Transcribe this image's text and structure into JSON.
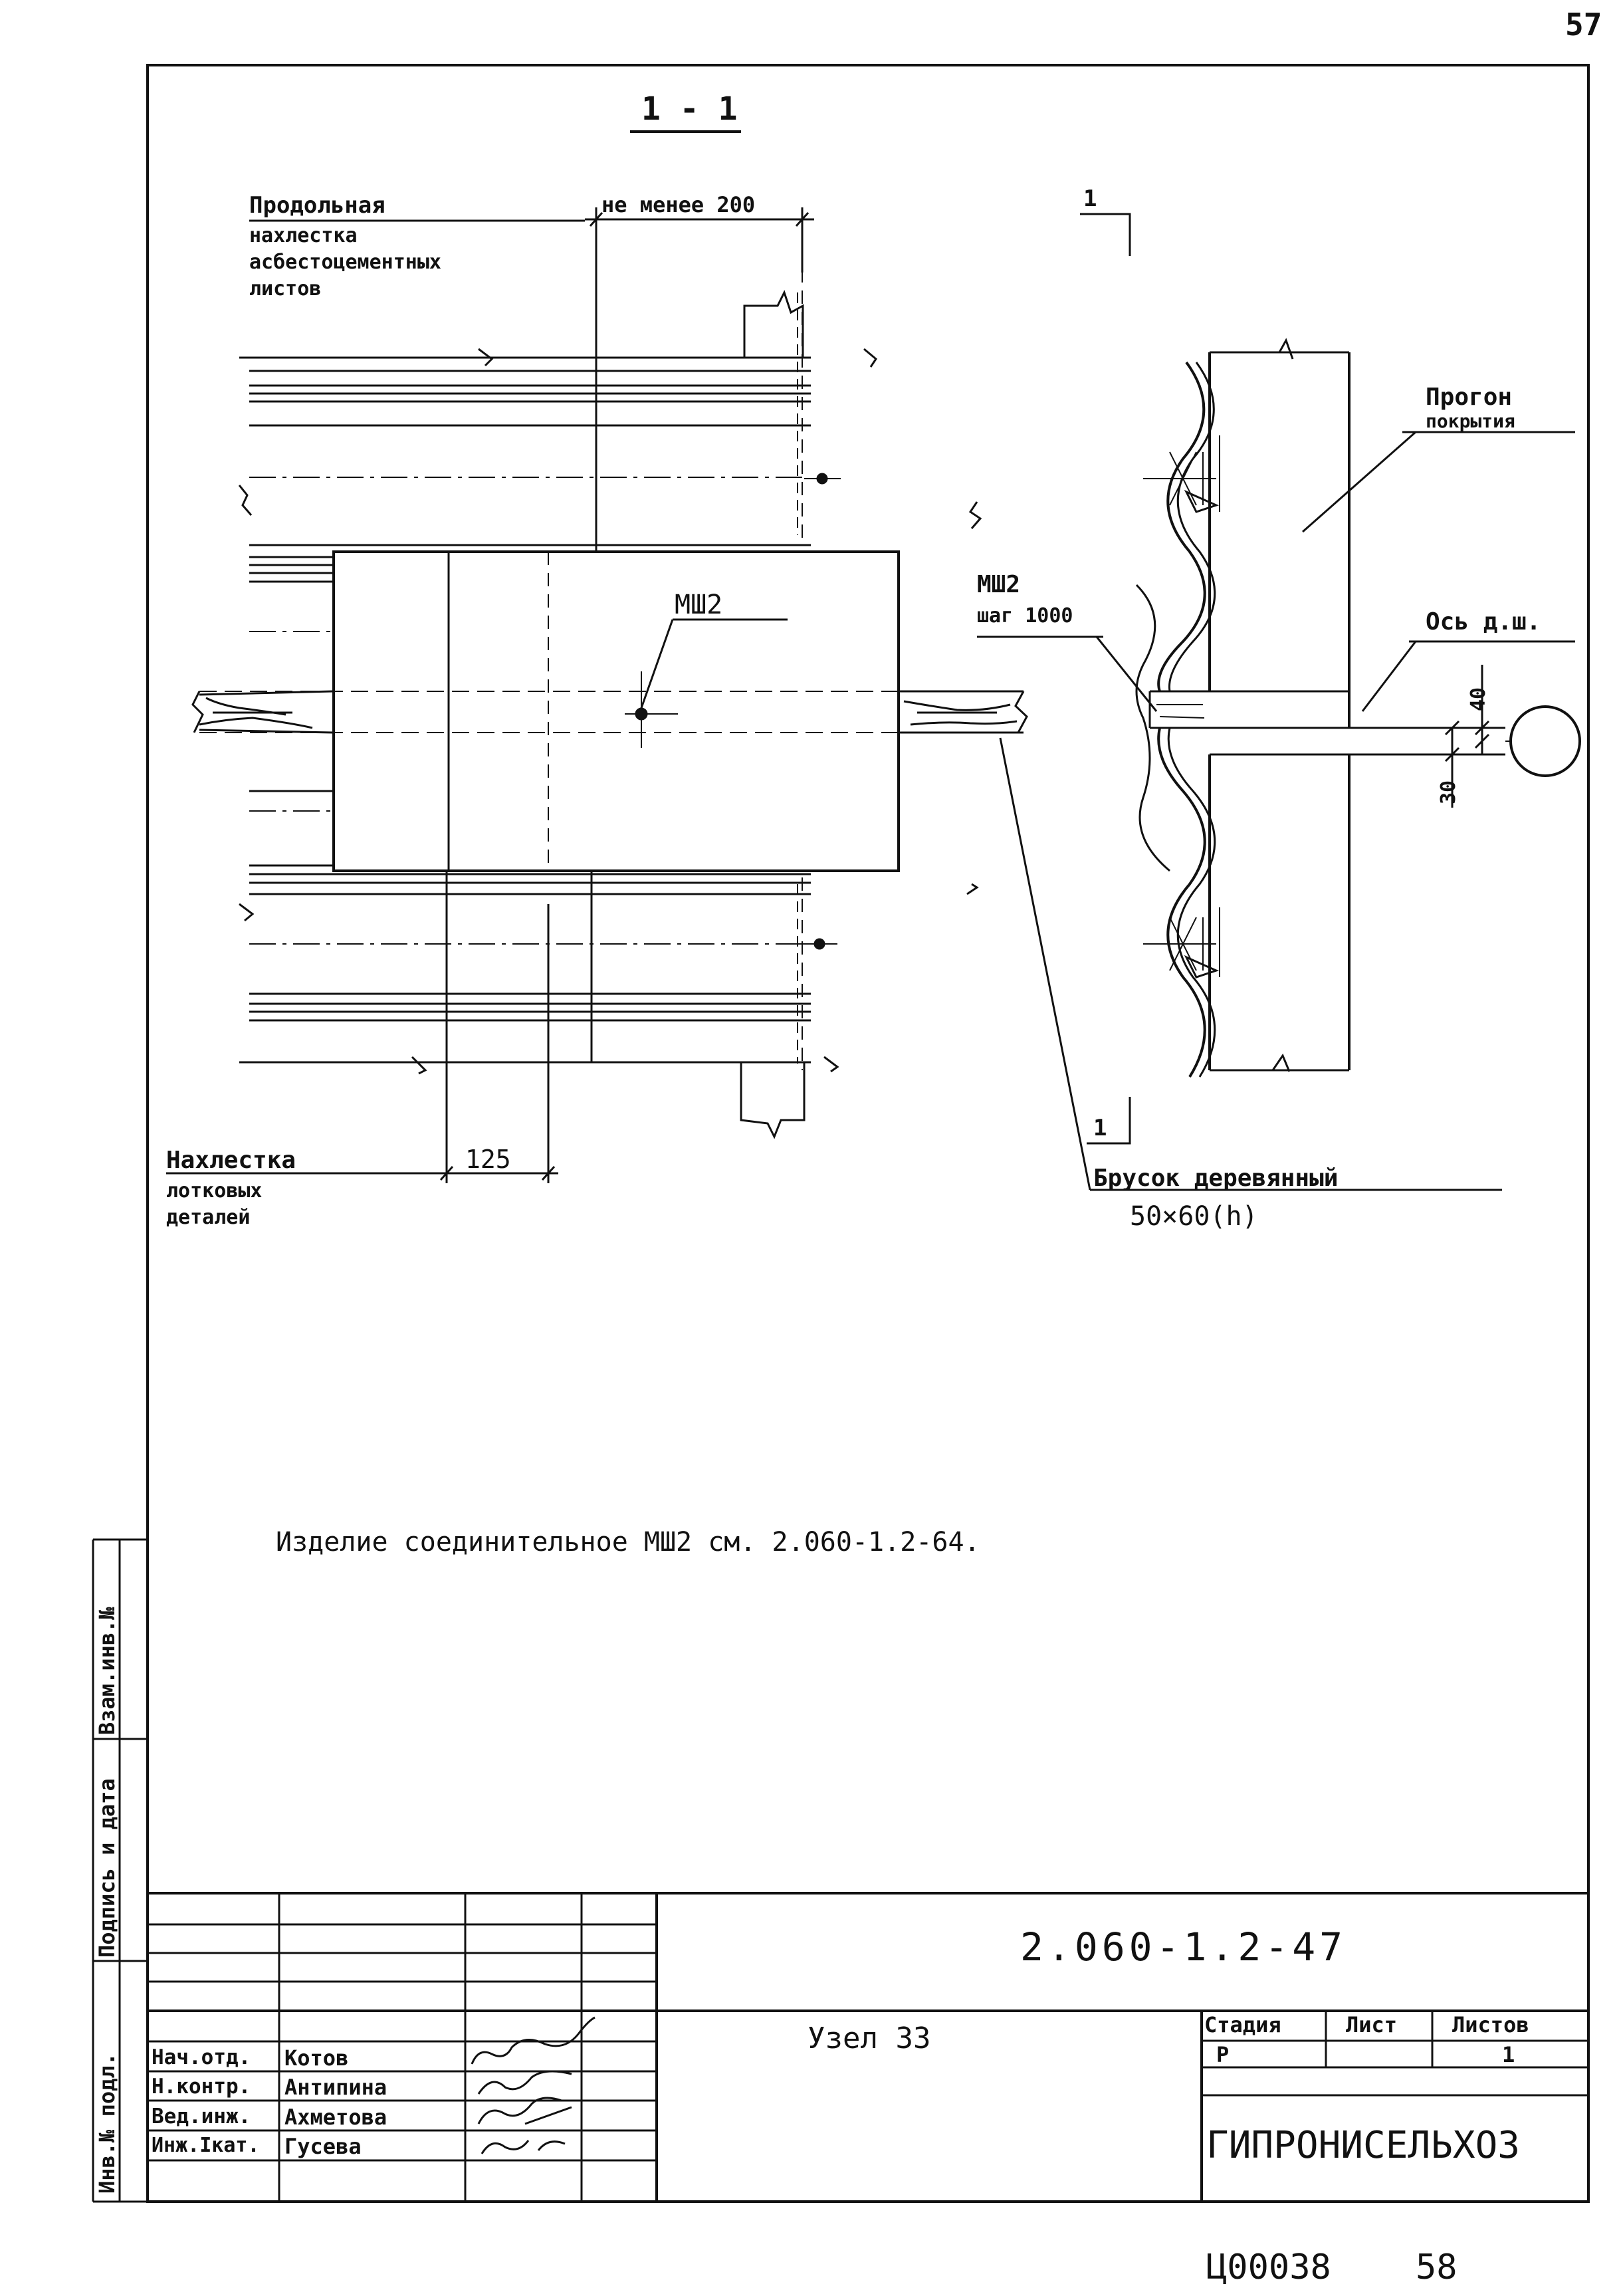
{
  "page": {
    "number_top": "57",
    "archive_code": "Ц00038",
    "archive_page": "58"
  },
  "drawing": {
    "section_title": "1 - 1",
    "section_marker": "1",
    "label_longitudinal_overlap": [
      "Продольная",
      "нахлестка",
      "асбестоцементных",
      "листов"
    ],
    "dim_min_200": "не менее 200",
    "label_msh2_center": "МШ2",
    "label_msh2_side": "МШ2",
    "label_step_1000": "шаг 1000",
    "label_purlin": [
      "Прогон",
      "покрытия"
    ],
    "label_axis": "Ось д.ш.",
    "dim_40": "40",
    "dim_30": "30",
    "label_tray_overlap": [
      "Нахлестка",
      "лотковых",
      "деталей"
    ],
    "dim_125": "125",
    "label_wooden_bar": "Брусок деревянный",
    "label_bar_size": "50×60(h)"
  },
  "note": {
    "text": "Изделие соединительное  МШ2  см. 2.060-1.2-64."
  },
  "side_stamp": {
    "inv_podl": "Инв.№ подл.",
    "podpis_data": "Подпись и дата",
    "vzam_inv": "Взам.инв.№"
  },
  "title_block": {
    "document_code": "2.060-1.2-47",
    "sheet_title": "Узел 33",
    "stage_header": "Стадия",
    "sheet_header": "Лист",
    "sheets_header": "Листов",
    "stage_value": "Р",
    "sheet_value": "",
    "sheets_value": "1",
    "organization": "ГИПРОНИСЕЛЬХОЗ",
    "roles": [
      {
        "role": "Нач.отд.",
        "name": "Котов"
      },
      {
        "role": "Н.контр.",
        "name": "Антипина"
      },
      {
        "role": "Вед.инж.",
        "name": "Ахметова"
      },
      {
        "role": "Инж.Iкат.",
        "name": "Гусева"
      }
    ]
  }
}
